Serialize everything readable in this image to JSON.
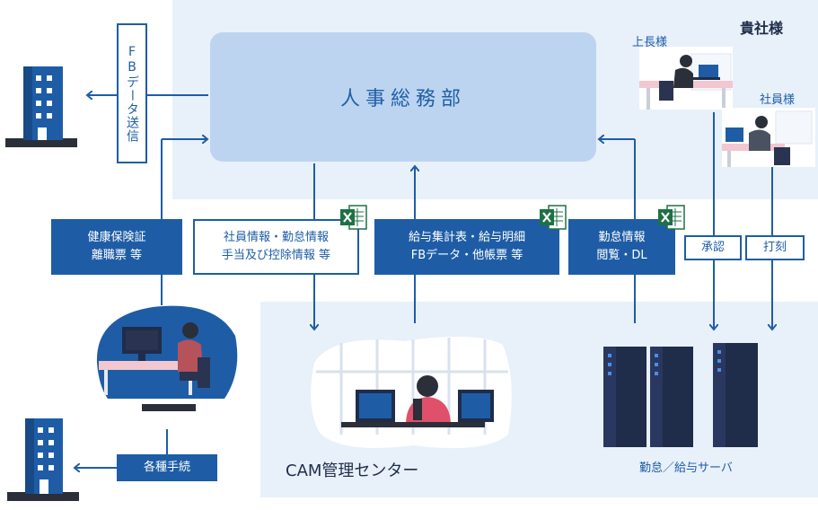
{
  "client": {
    "title": "貴社様",
    "boss_label": "上長様",
    "employee_label": "社員様"
  },
  "hr_department": {
    "label": "人事総務部"
  },
  "fb_transfer": {
    "label": "FBデータ送信"
  },
  "flows": {
    "insurance": {
      "line1": "健康保険証",
      "line2": "離職票 等"
    },
    "employee_info": {
      "line1": "社員情報・勤怠情報",
      "line2": "手当及び控除情報 等"
    },
    "payroll_output": {
      "line1": "給与集計表・給与明細",
      "line2": "FBデータ・他帳票 等"
    },
    "attendance": {
      "line1": "勤怠情報",
      "line2": "閲覧・DL"
    },
    "approval": "承認",
    "clock_in": "打刻",
    "procedures": "各種手続"
  },
  "cam_center": {
    "label": "CAM管理センター"
  },
  "servers": {
    "label": "勤怠／給与サーバ"
  },
  "icons": {
    "spreadsheet": "excel-icon",
    "bank": "building-icon",
    "office": "building-icon"
  },
  "colors": {
    "primary": "#1e5da6",
    "panel": "#e8f0fa",
    "dept": "#bcd4ef",
    "dark": "#1f2d4a",
    "excel": "#1e7145"
  }
}
